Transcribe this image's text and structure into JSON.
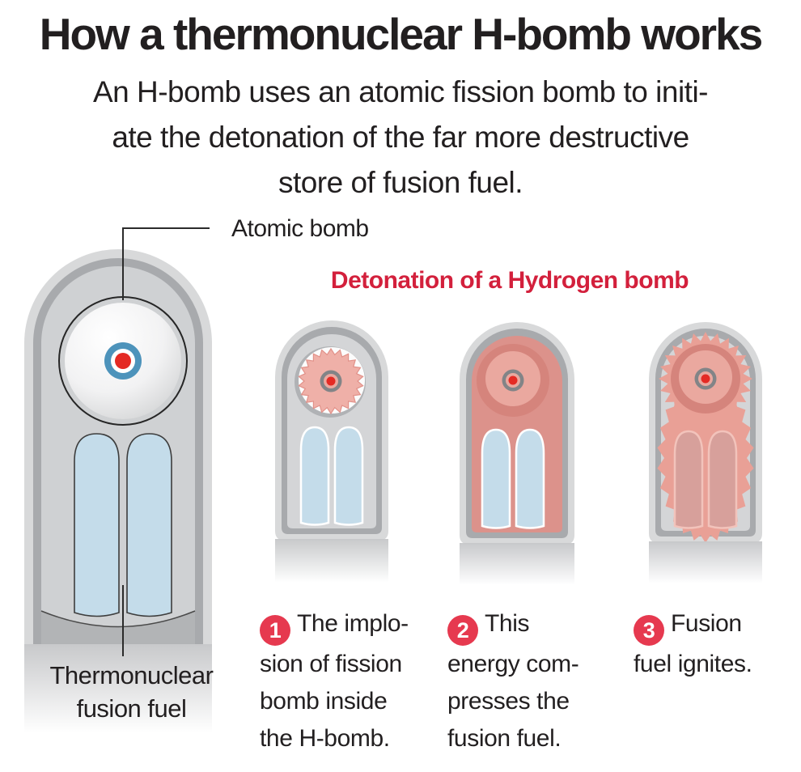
{
  "title": "How a thermonuclear H-bomb works",
  "subtitle": "An H-bomb uses an atomic fission bomb to initi-\nate the detonation of the far more destructive\nstore of fusion fuel.",
  "main_diagram": {
    "atomic_bomb_label": "Atomic bomb",
    "fusion_fuel_label": "Thermonuclear\nfusion fuel"
  },
  "sequence": {
    "heading": "Detonation of a Hydrogen bomb",
    "steps": [
      {
        "number": "1",
        "text": "The implo-\nsion of fission\nbomb inside\nthe H-bomb."
      },
      {
        "number": "2",
        "text": "This\nenergy com-\npresses the\nfusion fuel."
      },
      {
        "number": "3",
        "text": "Fusion\nfuel ignites."
      }
    ]
  },
  "colors": {
    "ink": "#221f20",
    "line": "#2b2b2b",
    "accent-red": "#d3203c",
    "badge-red": "#e6394f",
    "core-red": "#e42a24",
    "ring-blue": "#4d93bb",
    "fuel-blue": "#c4dcea",
    "case-outer": "#d8d9da",
    "case-rim": "#a8aaad",
    "case-inner": "#cfd1d3",
    "case-inner-small": "#d4d5d7",
    "band-gray": "#b2b4b6",
    "pink-mid": "#dc928b",
    "pink-light": "#efb0a8",
    "pink-light2": "#eaa89f",
    "pink-deep": "#d5847c",
    "pink-star": "#e9a096",
    "pink-col": "#d7a09b",
    "ring-gray": "#828487",
    "shadow-gray": "#c8c9cb"
  }
}
